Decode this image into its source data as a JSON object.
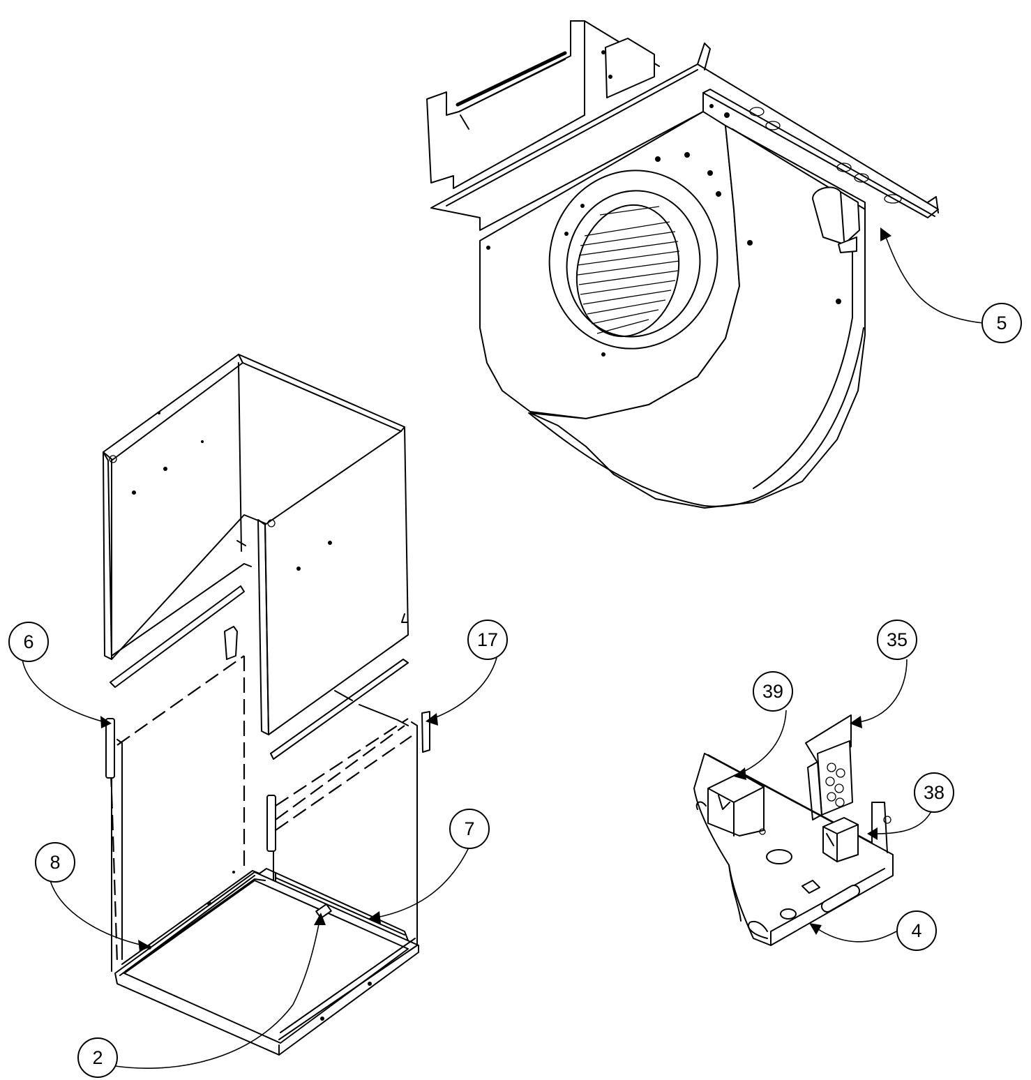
{
  "callouts": {
    "c2": "2",
    "c4": "4",
    "c5": "5",
    "c6": "6",
    "c7": "7",
    "c8": "8",
    "c17": "17",
    "c35": "35",
    "c38": "38",
    "c39": "39"
  }
}
